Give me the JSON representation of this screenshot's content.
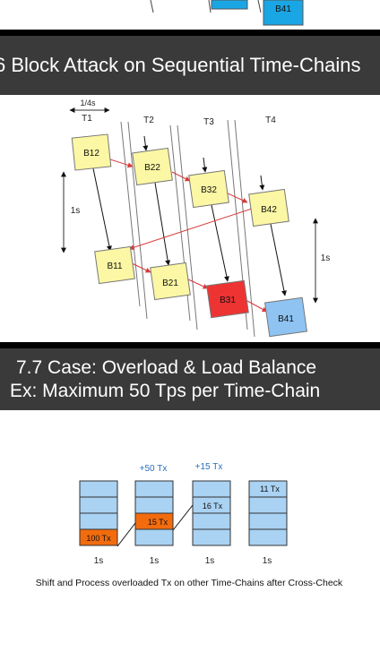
{
  "top_strip": {
    "block_label": "B41"
  },
  "slide1": {
    "title": "6 Block Attack on Sequential Time-Chains",
    "interval_label": "1/4s",
    "chains": [
      "T1",
      "T2",
      "T3",
      "T4"
    ],
    "left_interval": "1s",
    "right_interval": "1s",
    "blocks": {
      "b12": "B12",
      "b22": "B22",
      "b32": "B32",
      "b42": "B42",
      "b11": "B11",
      "b21": "B21",
      "b31": "B31",
      "b41": "B41"
    }
  },
  "slide2": {
    "title_line1": "7.7 Case: Overload & Load Balance",
    "title_line2": "Ex: Maximum 50 Tps per Time-Chain",
    "col_top_labels": [
      "+50 Tx",
      "+15 Tx"
    ],
    "cell_labels": {
      "c1": "100 Tx",
      "c2": "15 Tx",
      "c3": "16 Tx",
      "c4": "11 Tx"
    },
    "col_bottom_labels": [
      "1s",
      "1s",
      "1s",
      "1s"
    ],
    "caption": "Shift and Process overloaded Tx on other Time-Chains after Cross-Check"
  },
  "colors": {
    "title_bar": "#3a3a3a",
    "block_yellow": "#fbf7a4",
    "block_red": "#ee3333",
    "block_blue": "#8ec3f2",
    "cell_blue": "#a9d2f3",
    "cell_orange": "#f26b0d",
    "accent_blue": "#2a6fbf",
    "link_red": "#d93a3a"
  }
}
